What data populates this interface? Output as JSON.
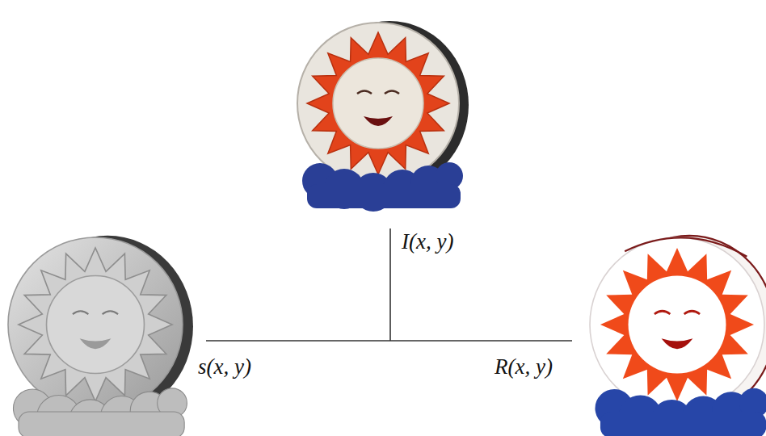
{
  "diagram": {
    "labels": [
      "I(x, y)",
      "s(x, y)",
      "R(x, y)"
    ]
  }
}
